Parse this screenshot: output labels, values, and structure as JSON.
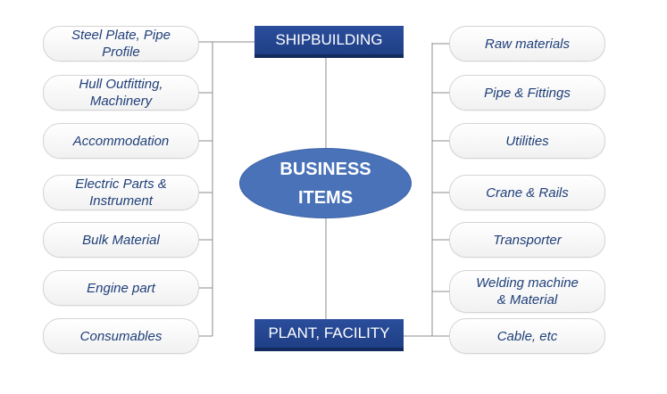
{
  "center": {
    "line1": "BUSINESS",
    "line2": "ITEMS",
    "color": "#4a72b8"
  },
  "categories": {
    "top": "SHIPBUILDING",
    "bottom": "PLANT, FACILITY",
    "color": "#1f3f85"
  },
  "left_items": [
    {
      "lines": [
        "Steel Plate, Pipe",
        "Profile"
      ]
    },
    {
      "lines": [
        "Hull Outfitting,",
        "Machinery"
      ]
    },
    {
      "lines": [
        "Accommodation"
      ]
    },
    {
      "lines": [
        "Electric Parts &",
        "Instrument"
      ]
    },
    {
      "lines": [
        "Bulk Material"
      ]
    },
    {
      "lines": [
        "Engine part"
      ]
    },
    {
      "lines": [
        "Consumables"
      ]
    }
  ],
  "right_items": [
    {
      "lines": [
        "Raw materials"
      ]
    },
    {
      "lines": [
        "Pipe & Fittings"
      ]
    },
    {
      "lines": [
        "Utilities"
      ]
    },
    {
      "lines": [
        "Crane & Rails"
      ]
    },
    {
      "lines": [
        "Transporter"
      ]
    },
    {
      "lines": [
        "Welding machine",
        "& Material"
      ]
    },
    {
      "lines": [
        "Cable, etc"
      ]
    }
  ],
  "text_color": "#1f3f78",
  "line_color": "#8c8c8c"
}
